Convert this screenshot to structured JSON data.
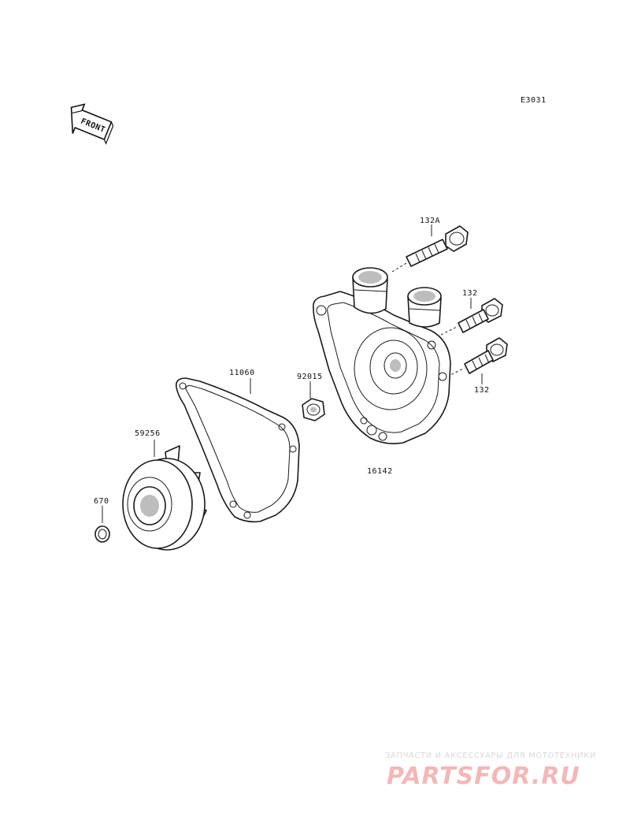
{
  "diagram_code": "E3031",
  "front_indicator": "FRONT",
  "parts": {
    "bolt_a": "132A",
    "bolt_upper": "132",
    "bolt_lower": "132",
    "pump_cover": "16142",
    "gasket": "11060",
    "nut": "92015",
    "impeller": "59256",
    "o_ring": "670"
  },
  "watermark": {
    "tagline": "ЗАПЧАСТИ И АКСЕССУАРЫ ДЛЯ МОТОТЕХНИКИ",
    "site": "PARTSFOR.RU"
  }
}
